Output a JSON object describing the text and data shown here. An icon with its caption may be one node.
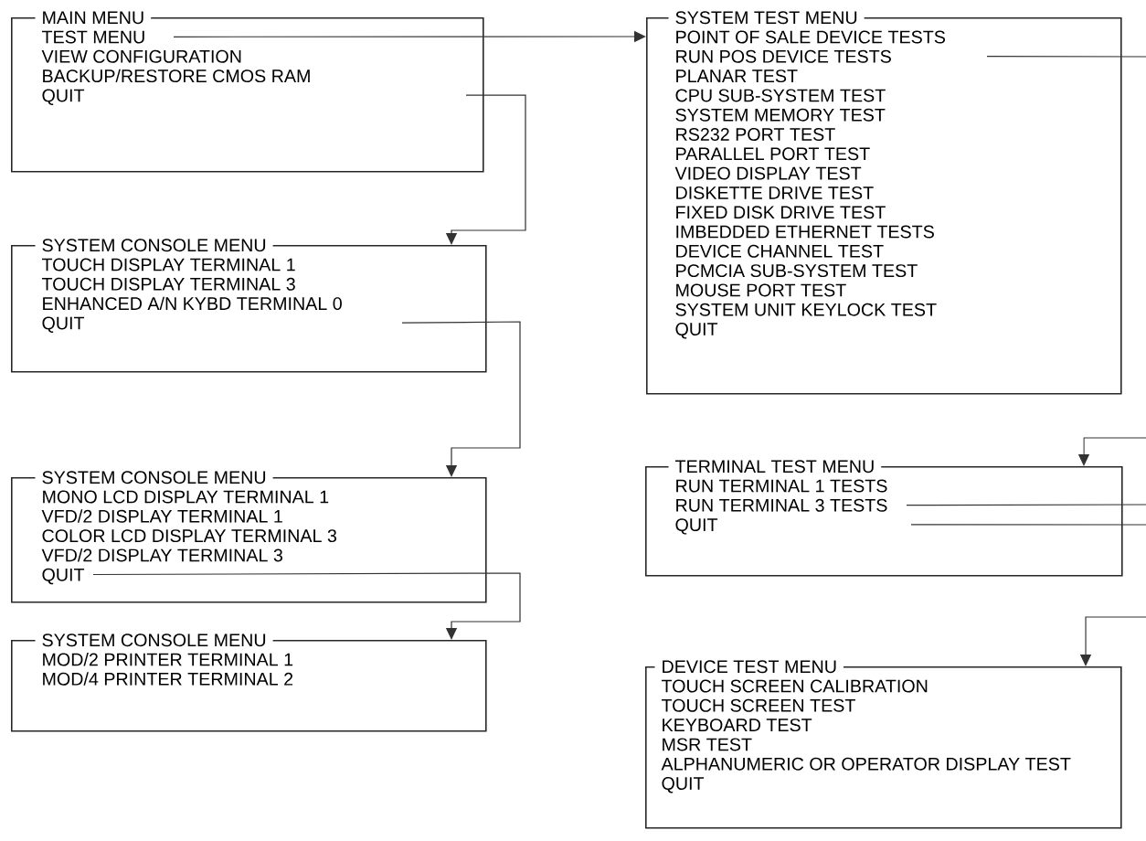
{
  "diagram": {
    "nodes": [
      {
        "text": [
          "MAIN MENU",
          "TEST MENU",
          "VIEW CONFIGURATION",
          "BACKUP/RESTORE CMOS RAM",
          "QUIT"
        ]
      },
      {
        "text": [
          "SYSTEM CONSOLE MENU",
          "TOUCH DISPLAY TERMINAL 1",
          "TOUCH DISPLAY TERMINAL 3",
          "ENHANCED A/N KYBD TERMINAL 0",
          "QUIT"
        ]
      },
      {
        "text": [
          "SYSTEM CONSOLE MENU",
          "MONO LCD DISPLAY TERMINAL 1",
          "VFD/2 DISPLAY TERMINAL 1",
          "COLOR LCD DISPLAY TERMINAL 3",
          "VFD/2 DISPLAY TERMINAL 3",
          "QUIT"
        ]
      },
      {
        "text": [
          "SYSTEM CONSOLE MENU",
          "MOD/2 PRINTER TERMINAL 1",
          "MOD/4 PRINTER TERMINAL 2"
        ]
      },
      {
        "text": [
          "SYSTEM TEST MENU",
          "POINT OF SALE DEVICE TESTS",
          "RUN POS DEVICE TESTS",
          "PLANAR TEST",
          "CPU SUB-SYSTEM TEST",
          "SYSTEM MEMORY TEST",
          "RS232 PORT TEST",
          "PARALLEL PORT TEST",
          "VIDEO DISPLAY TEST",
          "DISKETTE DRIVE TEST",
          "FIXED DISK DRIVE TEST",
          "IMBEDDED ETHERNET TESTS",
          "DEVICE CHANNEL TEST",
          "PCMCIA SUB-SYSTEM TEST",
          "MOUSE PORT TEST",
          "SYSTEM UNIT KEYLOCK TEST",
          "QUIT"
        ]
      },
      {
        "text": [
          "TERMINAL TEST MENU",
          "RUN TERMINAL 1 TESTS",
          "RUN TERMINAL 3 TESTS",
          "QUIT"
        ]
      },
      {
        "text": [
          "DEVICE TEST MENU",
          "TOUCH SCREEN CALIBRATION",
          "TOUCH SCREEN TEST",
          "KEYBOARD TEST",
          "MSR TEST",
          "ALPHANUMERIC OR OPERATOR DISPLAY TEST",
          "QUIT"
        ]
      }
    ],
    "edges": [
      {
        "from": 0,
        "to": 4,
        "arrow": "to"
      },
      {
        "from": 0,
        "to": 1,
        "arrow": "to"
      },
      {
        "from": 1,
        "to": 2,
        "arrow": "to"
      },
      {
        "from": 2,
        "to": 3,
        "arrow": "to"
      },
      {
        "from": 4,
        "to": null,
        "arrow": "none"
      },
      {
        "from": null,
        "to": 5,
        "arrow": "to"
      },
      {
        "from": 5,
        "to": null,
        "arrow": "none"
      },
      {
        "from": 5,
        "to": null,
        "arrow": "none"
      },
      {
        "from": null,
        "to": 6,
        "arrow": "to"
      }
    ]
  }
}
